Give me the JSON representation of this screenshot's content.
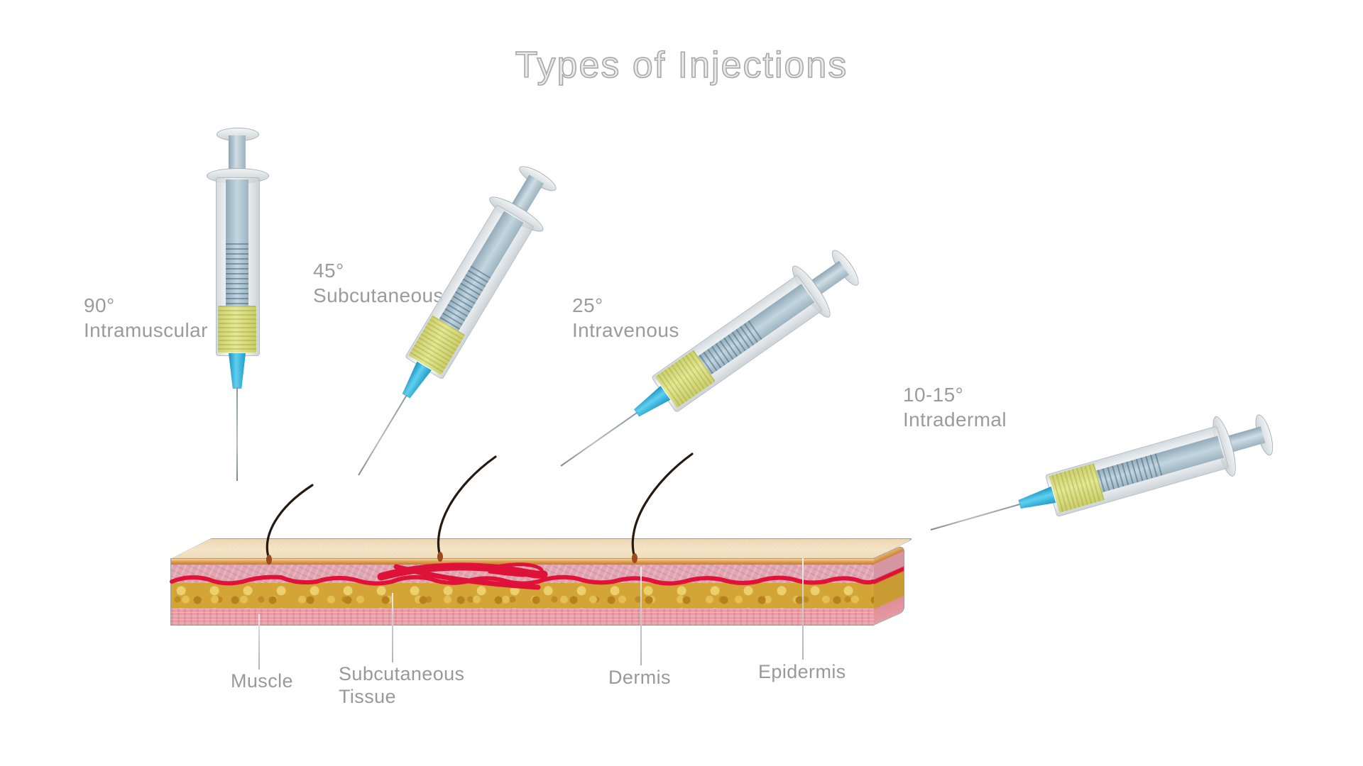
{
  "title": "Types of Injections",
  "injections": [
    {
      "angle": "90°",
      "type": "Intramuscular"
    },
    {
      "angle": "45°",
      "type": "Subcutaneous"
    },
    {
      "angle": "25°",
      "type": "Intravenous"
    },
    {
      "angle": "10-15°",
      "type": "Intradermal"
    }
  ],
  "skin_layers": [
    {
      "label": "Muscle"
    },
    {
      "label": "Subcutaneous Tissue"
    },
    {
      "label": "Dermis"
    },
    {
      "label": "Epidermis"
    }
  ],
  "palette": {
    "label_gray": "#9b9b9b",
    "title_outline_gray": "#a8a8a8",
    "needle_hub_blue": "#2aa8d6",
    "liquid_yellow_green": "#d9dd7e",
    "plunger_blue_gray": "#a9bfcc",
    "skin_surface_cream": "#f4e3c6",
    "epidermis_tan": "#dd9a4c",
    "dermis_pink": "#e0a5b0",
    "vessel_red": "#e0123a",
    "fat_yellow": "#d3a436",
    "muscle_pink": "#eb9ca6",
    "hair_brown_black": "#241a10"
  }
}
